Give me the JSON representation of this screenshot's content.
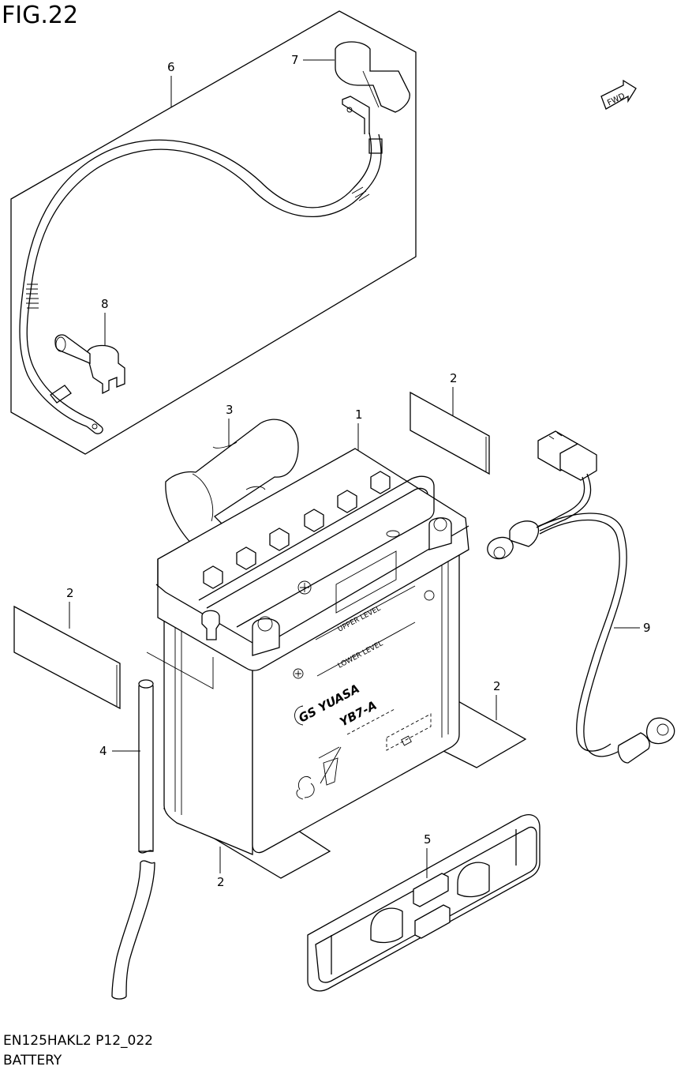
{
  "figure": {
    "title": "FIG.22",
    "code": "EN125HAKL2 P12_022",
    "caption": "BATTERY"
  },
  "fwd_label": "FWD",
  "battery_labels": {
    "brand": "GS YUASA",
    "model": "YB7-A",
    "upper": "UPPER LEVEL",
    "lower": "LOWER LEVEL"
  },
  "callouts": [
    {
      "id": "c1",
      "label": "1"
    },
    {
      "id": "c2a",
      "label": "2"
    },
    {
      "id": "c2b",
      "label": "2"
    },
    {
      "id": "c2c",
      "label": "2"
    },
    {
      "id": "c2d",
      "label": "2"
    },
    {
      "id": "c3",
      "label": "3"
    },
    {
      "id": "c4",
      "label": "4"
    },
    {
      "id": "c5",
      "label": "5"
    },
    {
      "id": "c6",
      "label": "6"
    },
    {
      "id": "c7",
      "label": "7"
    },
    {
      "id": "c8",
      "label": "8"
    },
    {
      "id": "c9",
      "label": "9"
    }
  ]
}
